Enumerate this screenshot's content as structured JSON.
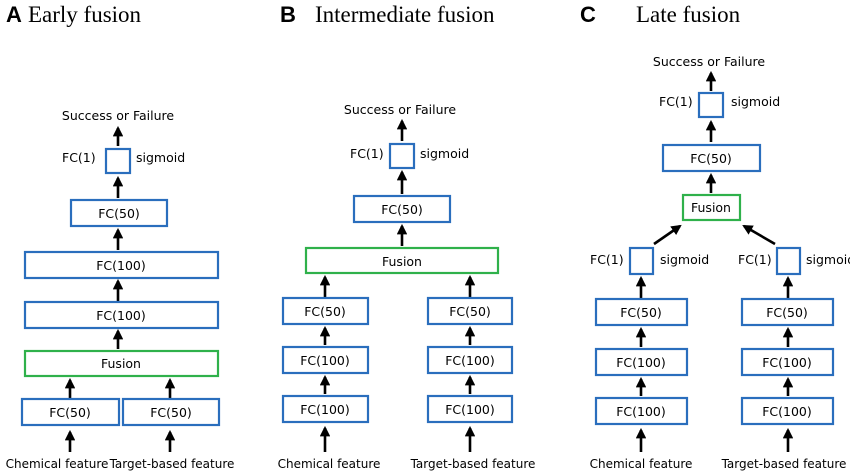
{
  "panels": {
    "a": {
      "letter": "A",
      "title": "Early fusion"
    },
    "b": {
      "letter": "B",
      "title": "Intermediate fusion"
    },
    "c": {
      "letter": "C",
      "title": "Late fusion"
    }
  },
  "labels": {
    "output": "Success or Failure",
    "fc1": "FC(1)",
    "sigmoid": "sigmoid",
    "fc50": "FC(50)",
    "fc100": "FC(100)",
    "fusion": "Fusion",
    "chemical": "Chemical feature",
    "target": "Target-based feature"
  },
  "colors": {
    "fc_box": "#2a6ebd",
    "fusion_box": "#2fb14b"
  }
}
